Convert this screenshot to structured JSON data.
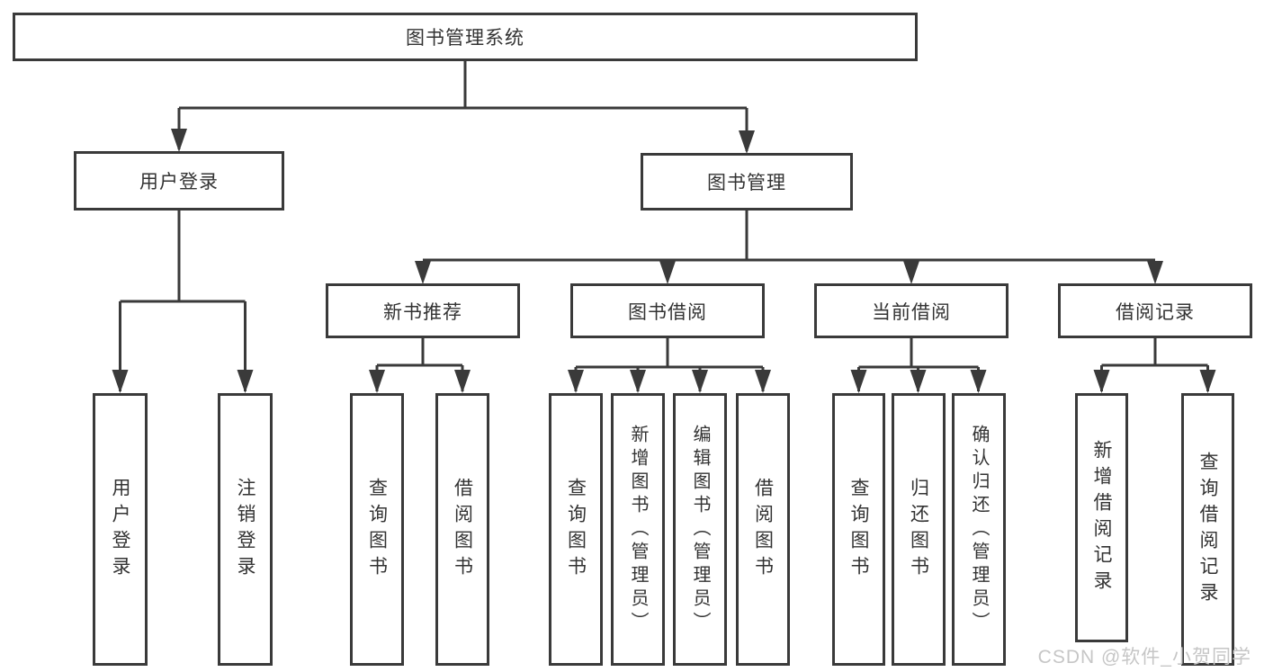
{
  "diagram": {
    "root": "图书管理系统",
    "level2": {
      "user_login": "用户登录",
      "book_management": "图书管理"
    },
    "level3": {
      "new_books": "新书推荐",
      "book_borrowing": "图书借阅",
      "current_borrowing": "当前借阅",
      "borrowing_records": "借阅记录"
    },
    "leaves": {
      "user_login": [
        "用户登录",
        "注销登录"
      ],
      "new_books": [
        "查询图书",
        "借阅图书"
      ],
      "book_borrowing": [
        "查询图书",
        "新增图书（管理员）",
        "编辑图书（管理员）",
        "借阅图书"
      ],
      "current_borrowing": [
        "查询图书",
        "归还图书",
        "确认归还（管理员）"
      ],
      "borrowing_records": [
        "新增借阅记录",
        "查询借阅记录"
      ]
    },
    "watermark": "CSDN @软件_小贺同学",
    "colors": {
      "line": "#3a3a3a",
      "text": "#333333",
      "watermark": "#c6c6c6",
      "background": "#ffffff"
    }
  }
}
